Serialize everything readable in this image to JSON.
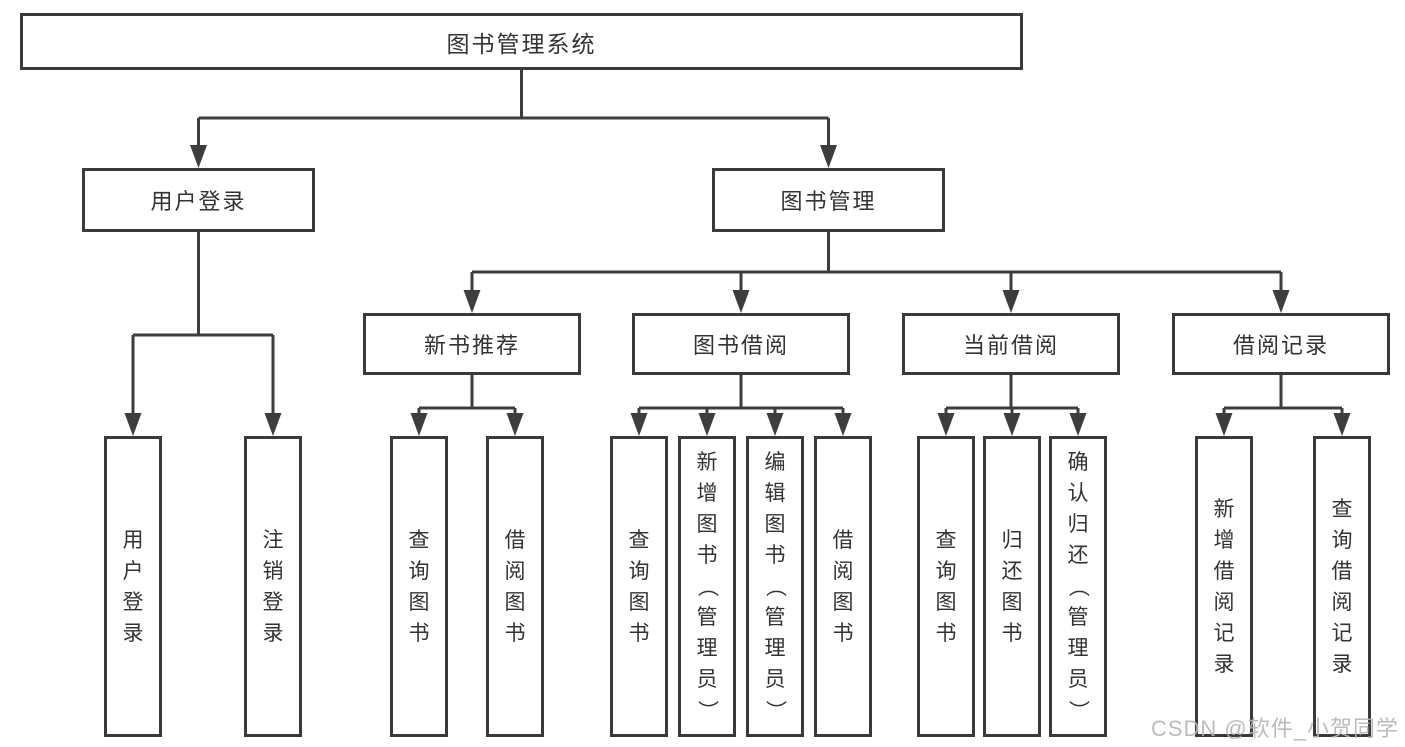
{
  "colors": {
    "background": "#ffffff",
    "line": "#3d3d3d",
    "border": "#3a3a3a",
    "fill": "#ffffff",
    "text": "#333333",
    "watermark": "#b5b5b5"
  },
  "tree": {
    "root": {
      "label": "图书管理系统"
    },
    "branches": [
      {
        "label": "用户登录",
        "children": [
          {
            "label": "用户登录"
          },
          {
            "label": "注销登录"
          }
        ]
      },
      {
        "label": "图书管理",
        "groups": [
          {
            "label": "新书推荐",
            "children": [
              {
                "label": "查询图书"
              },
              {
                "label": "借阅图书"
              }
            ]
          },
          {
            "label": "图书借阅",
            "children": [
              {
                "label": "查询图书"
              },
              {
                "label": "新增图书（管理员）"
              },
              {
                "label": "编辑图书（管理员）"
              },
              {
                "label": "借阅图书"
              }
            ]
          },
          {
            "label": "当前借阅",
            "children": [
              {
                "label": "查询图书"
              },
              {
                "label": "归还图书"
              },
              {
                "label": "确认归还（管理员）"
              }
            ]
          },
          {
            "label": "借阅记录",
            "children": [
              {
                "label": "新增借阅记录"
              },
              {
                "label": "查询借阅记录"
              }
            ]
          }
        ]
      }
    ]
  },
  "watermark": {
    "text": "CSDN @软件_小贺同学"
  }
}
